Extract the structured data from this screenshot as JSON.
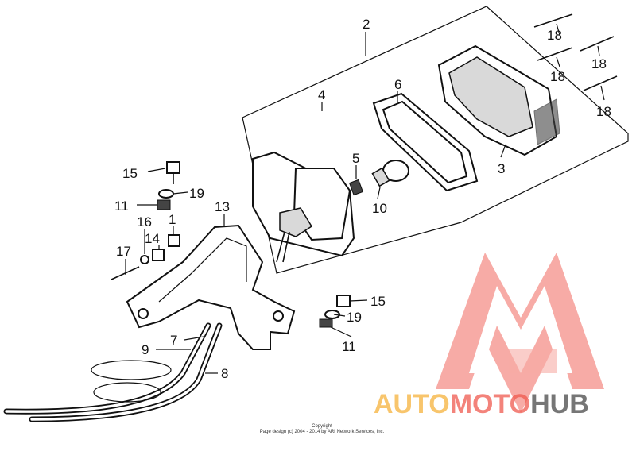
{
  "diagram": {
    "callouts": [
      {
        "id": "c2",
        "text": "2"
      },
      {
        "id": "c4",
        "text": "4"
      },
      {
        "id": "c6",
        "text": "6"
      },
      {
        "id": "c3",
        "text": "3"
      },
      {
        "id": "c5",
        "text": "5"
      },
      {
        "id": "c10",
        "text": "10"
      },
      {
        "id": "c18a",
        "text": "18"
      },
      {
        "id": "c18b",
        "text": "18"
      },
      {
        "id": "c18c",
        "text": "18"
      },
      {
        "id": "c18d",
        "text": "18"
      },
      {
        "id": "c15a",
        "text": "15"
      },
      {
        "id": "c19a",
        "text": "19"
      },
      {
        "id": "c11a",
        "text": "11"
      },
      {
        "id": "c16",
        "text": "16"
      },
      {
        "id": "c1",
        "text": "1"
      },
      {
        "id": "c14",
        "text": "14"
      },
      {
        "id": "c13",
        "text": "13"
      },
      {
        "id": "c17",
        "text": "17"
      },
      {
        "id": "c7",
        "text": "7"
      },
      {
        "id": "c9",
        "text": "9"
      },
      {
        "id": "c8",
        "text": "8"
      },
      {
        "id": "c15b",
        "text": "15"
      },
      {
        "id": "c19b",
        "text": "19"
      },
      {
        "id": "c11b",
        "text": "11"
      }
    ]
  },
  "copyright": {
    "line1": "Copyright",
    "line2": "Page design (c) 2004 - 2014 by ARI Network Services, Inc."
  },
  "watermark": {
    "part1": "AUTO",
    "part2": "MOTO",
    "part3": "HUB"
  },
  "colors": {
    "watermark_red": "#f05a4f",
    "watermark_orange": "#f6b23c",
    "watermark_gray": "#555555",
    "line": "#111111"
  }
}
